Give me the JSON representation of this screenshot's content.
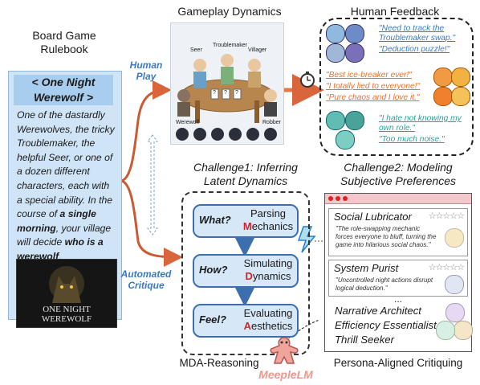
{
  "rulebook": {
    "title": "Board Game\nRulebook",
    "game_title": "< One Night\nWerewolf >",
    "text_1": "One of the dastardly Werewolves, the tricky Troublemaker, the helpful Seer, or one of a dozen different characters, each with a special ability. In the course of ",
    "text_bold_1": "a single morning",
    "text_2": ", your village will decide ",
    "text_bold_2": "who is a werewolf",
    "text_3": ".",
    "cover_text": "ONE NIGHT\nWEREWOLF"
  },
  "labels": {
    "human_play": "Human\nPlay",
    "automated_critique": "Automated\nCritique"
  },
  "gameplay": {
    "title": "Gameplay Dynamics",
    "roles": [
      "Seer",
      "Troublemaker",
      "Villager",
      "Werewolf",
      "Robber"
    ],
    "cards": [
      "?",
      "?",
      "?"
    ]
  },
  "feedback": {
    "title": "Human Feedback",
    "group1": [
      "\"Need to track the Troublemaker swap.\"",
      "\"Deduction puzzle!\""
    ],
    "group2": [
      "\"Best ice-breaker ever!\"",
      "\"I totally lied to everyone!\"",
      "\"Pure chaos and I love it.\""
    ],
    "group3": [
      "\"I hate not knowing my own role.\"",
      "\"Too much noise.\""
    ]
  },
  "challenge1": {
    "title": "Challenge1:  Inferring\nLatent Dynamics",
    "steps": [
      {
        "q": "What?",
        "line1": "Parsing",
        "initial": "M",
        "rest": "echanics"
      },
      {
        "q": "How?",
        "line1": "Simulating",
        "initial": "D",
        "rest": "ynamics"
      },
      {
        "q": "Feel?",
        "line1": "Evaluating",
        "initial": "A",
        "rest": "esthetics"
      }
    ],
    "caption": "MDA-Reasoning",
    "model": "MeepleLM"
  },
  "challenge2": {
    "title": "Challenge2: Modeling\nSubjective Preferences",
    "personas": [
      {
        "name": "Social Lubricator",
        "stars": "☆☆☆☆☆",
        "quote": "\"The role-swapping mechanic forces everyone to bluff, turning the game into hilarious social chaos.\""
      },
      {
        "name": "System Purist",
        "stars": "☆☆☆☆☆",
        "quote": "\"Uncontrolled night actions disrupt logical deduction.\""
      }
    ],
    "ellipsis": "...",
    "others": [
      "Narrative Architect",
      "Efficiency Essentialist",
      "Thrill Seeker"
    ],
    "caption": "Persona-Aligned Critiquing"
  },
  "colors": {
    "accent_blue": "#3a78c4",
    "accent_red": "#d0242a",
    "arrow_orange": "#d9653a",
    "quote_orange": "#e6732a",
    "quote_teal": "#2aa19a"
  }
}
